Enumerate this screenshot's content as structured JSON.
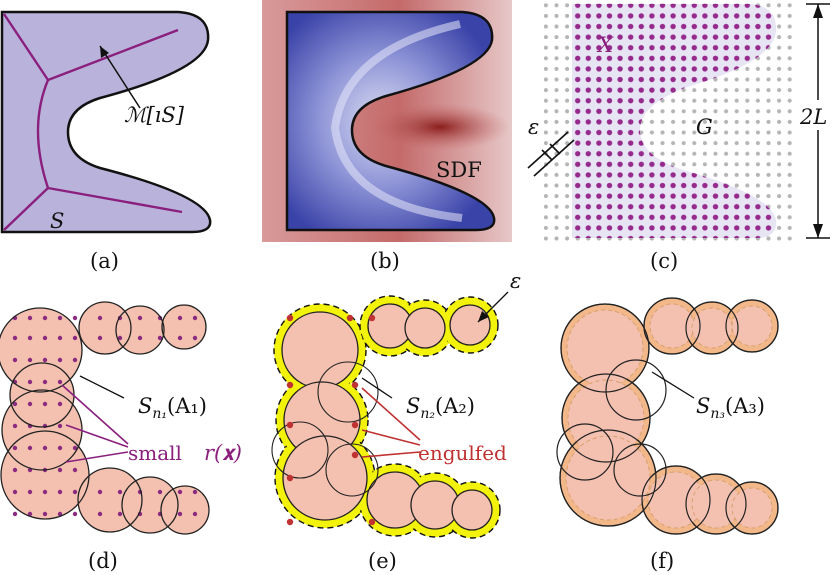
{
  "panels": {
    "a": {
      "caption": "(a)",
      "label_region": "S",
      "label_axis": "ℳ[ıS]"
    },
    "b": {
      "caption": "(b)",
      "label_field": "SDF"
    },
    "c": {
      "caption": "(c)",
      "label_set": "X",
      "label_grid": "G",
      "label_spacing": "ε",
      "label_size": "2L"
    },
    "d": {
      "caption": "(d)",
      "label_shape": "S",
      "label_shape_sub": "n₁",
      "label_shape_arg": "(A₁)",
      "label_small": "small",
      "label_r": "r(𝐱)"
    },
    "e": {
      "caption": "(e)",
      "label_eps": "ε",
      "label_shape": "S",
      "label_shape_sub": "n₂",
      "label_shape_arg": "(A₂)",
      "label_engulfed": "engulfed"
    },
    "f": {
      "caption": "(f)",
      "label_shape": "S",
      "label_shape_sub": "n₃",
      "label_shape_arg": "(A₃)"
    }
  },
  "colors": {
    "shape_fill": "#b9b3dc",
    "medial_axis": "#8a1f7d",
    "dot_inside": "#962a8c",
    "dot_outside": "#b0b0b0",
    "circle_fill": "#f4c0b0",
    "circle_fill_f": "#f2b88a",
    "halo": "#f2f20a",
    "engulfed": "#c03232",
    "sdf_inside": "#3d47b0",
    "sdf_outside": "#c97070"
  }
}
